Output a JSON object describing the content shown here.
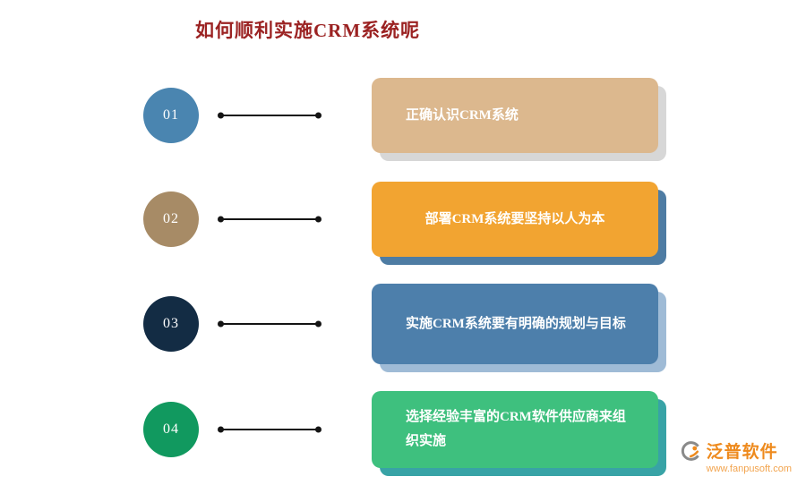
{
  "title": {
    "text": "如何顺利实施CRM系统呢",
    "color": "#9b2222"
  },
  "steps": [
    {
      "number": "01",
      "text": "正确认识CRM系统",
      "circle_color": "#4a85b0",
      "box_color": "#dcb88e",
      "shadow_color": "#d7d7d7"
    },
    {
      "number": "02",
      "text": "部署CRM系统要坚持以人为本",
      "circle_color": "#a78b66",
      "box_color": "#f2a431",
      "shadow_color": "#4e7ca3"
    },
    {
      "number": "03",
      "text": "实施CRM系统要有明确的规划与目标",
      "circle_color": "#132c44",
      "box_color": "#4d7fab",
      "shadow_color": "#9fbbd6"
    },
    {
      "number": "04",
      "text": "选择经验丰富的CRM软件供应商来组织实施",
      "circle_color": "#11995f",
      "box_color": "#3ec07e",
      "shadow_color": "#38a3a6"
    }
  ],
  "logo": {
    "name": "泛普软件",
    "url": "www.fanpusoft.com",
    "name_color": "#ee8a1d",
    "url_color": "#f2a44e"
  }
}
